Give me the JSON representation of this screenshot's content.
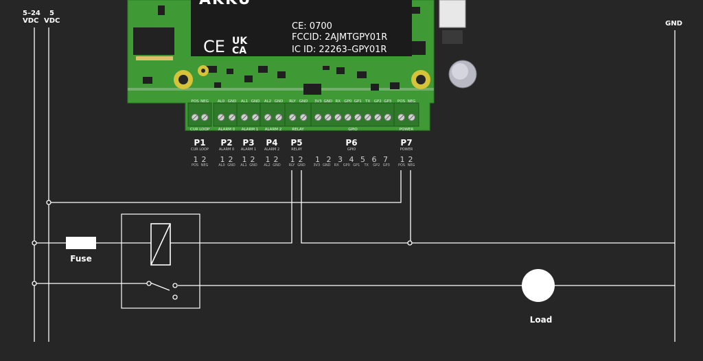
{
  "rails": {
    "v24_line1": "5–24",
    "v24_line2": "VDC",
    "v5_line1": "5",
    "v5_line2": "VDC",
    "gnd": "GND"
  },
  "module": {
    "logo_partial": "AKKU",
    "ce_mark": "CE",
    "ukca_line1": "UK",
    "ukca_line2": "CA",
    "ce_code": "CE: 0700",
    "fccid": "FCCID: 2AJMTGPY01R",
    "icid": "IC ID: 22263–GPY01R"
  },
  "pcb_silk": [
    "CUR LOOP",
    "ALARM 0",
    "ALARM 1",
    "ALARM 2",
    "RELAY",
    "GPIO",
    "POWER"
  ],
  "ports": [
    {
      "id": "P1",
      "name": "CUR LOOP",
      "pins": [
        "1",
        "2"
      ],
      "signals": [
        "POS",
        "NEG"
      ]
    },
    {
      "id": "P2",
      "name": "ALARM 0",
      "pins": [
        "1",
        "2"
      ],
      "signals": [
        "AL0",
        "GND"
      ]
    },
    {
      "id": "P3",
      "name": "ALARM 1",
      "pins": [
        "1",
        "2"
      ],
      "signals": [
        "AL1",
        "GND"
      ]
    },
    {
      "id": "P4",
      "name": "ALARM 2",
      "pins": [
        "1",
        "2"
      ],
      "signals": [
        "AL2",
        "GND"
      ]
    },
    {
      "id": "P5",
      "name": "RELAY",
      "pins": [
        "1",
        "2"
      ],
      "signals": [
        "RLY",
        "GND"
      ]
    },
    {
      "id": "P6",
      "name": "GPIO",
      "pins": [
        "1",
        "2",
        "3",
        "4",
        "5",
        "6",
        "7"
      ],
      "signals": [
        "3V3",
        "GND",
        "RX",
        "GP0",
        "GP1",
        "TX",
        "GP2",
        "GP3"
      ]
    },
    {
      "id": "P7",
      "name": "POWER",
      "pins": [
        "1",
        "2"
      ],
      "signals": [
        "POS",
        "NEG"
      ]
    }
  ],
  "components": {
    "fuse": "Fuse",
    "load": "Load"
  },
  "colors": {
    "background": "#262626",
    "pcb": "#3f9a35",
    "wire": "#ffffff",
    "terminal": "#2f7a2a"
  }
}
